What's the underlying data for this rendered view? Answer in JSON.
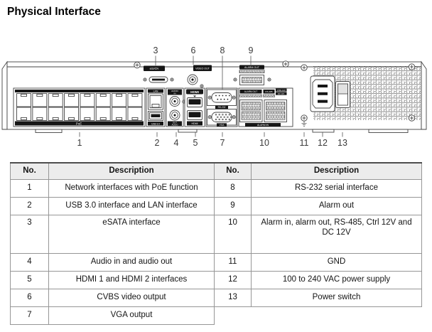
{
  "title": "Physical Interface",
  "diagram": {
    "callouts": {
      "c1": "1",
      "c2": "2",
      "c3": "3",
      "c4": "4",
      "c5": "5",
      "c6": "6",
      "c7": "7",
      "c8": "8",
      "c9": "9",
      "c10": "10",
      "c11": "11",
      "c12": "12",
      "c13": "13"
    },
    "labels": {
      "esata": "eSATA",
      "video_out": "VIDEO OUT",
      "alarm_out_top": "ALARM OUT",
      "poe": "PoE",
      "lan": "LAN",
      "usb30": "USB 3.0",
      "audio_top": "AUDIO",
      "audio_in": "IN",
      "audio_out": "OUT",
      "audio_bottom": "AUDIO",
      "hdmi_logo": "HDMI",
      "hdmi_bottom": "HDMI",
      "rs232": "RS-232",
      "vga": "VGA",
      "alarm_out": "ALARM OUT",
      "rs485": "RS-485",
      "ctrl12v": "CTRL 12V",
      "dc12v": "DC 12V",
      "alarm_in": "ALARM IN"
    }
  },
  "table": {
    "headers": {
      "no_left": "No.",
      "desc_left": "Description",
      "no_right": "No.",
      "desc_right": "Description"
    },
    "rows": [
      {
        "no_l": "1",
        "desc_l": "Network interfaces with PoE function",
        "no_r": "8",
        "desc_r": "RS-232 serial interface"
      },
      {
        "no_l": "2",
        "desc_l": "USB 3.0 interface and LAN interface",
        "no_r": "9",
        "desc_r": "Alarm out"
      },
      {
        "no_l": "3",
        "desc_l": "eSATA interface",
        "no_r": "10",
        "desc_r": "Alarm in, alarm out, RS-485, Ctrl 12V and DC 12V"
      },
      {
        "no_l": "4",
        "desc_l": "Audio in and audio out",
        "no_r": "11",
        "desc_r": "GND"
      },
      {
        "no_l": "5",
        "desc_l": "HDMI 1 and HDMI 2 interfaces",
        "no_r": "12",
        "desc_r": "100 to 240 VAC power supply"
      },
      {
        "no_l": "6",
        "desc_l": "CVBS video output",
        "no_r": "13",
        "desc_r": "Power switch"
      },
      {
        "no_l": "7",
        "desc_l": "VGA output",
        "no_r": "",
        "desc_r": ""
      }
    ]
  },
  "colors": {
    "header_bg": "#ececec",
    "table_border": "#969696",
    "line": "#444444"
  }
}
